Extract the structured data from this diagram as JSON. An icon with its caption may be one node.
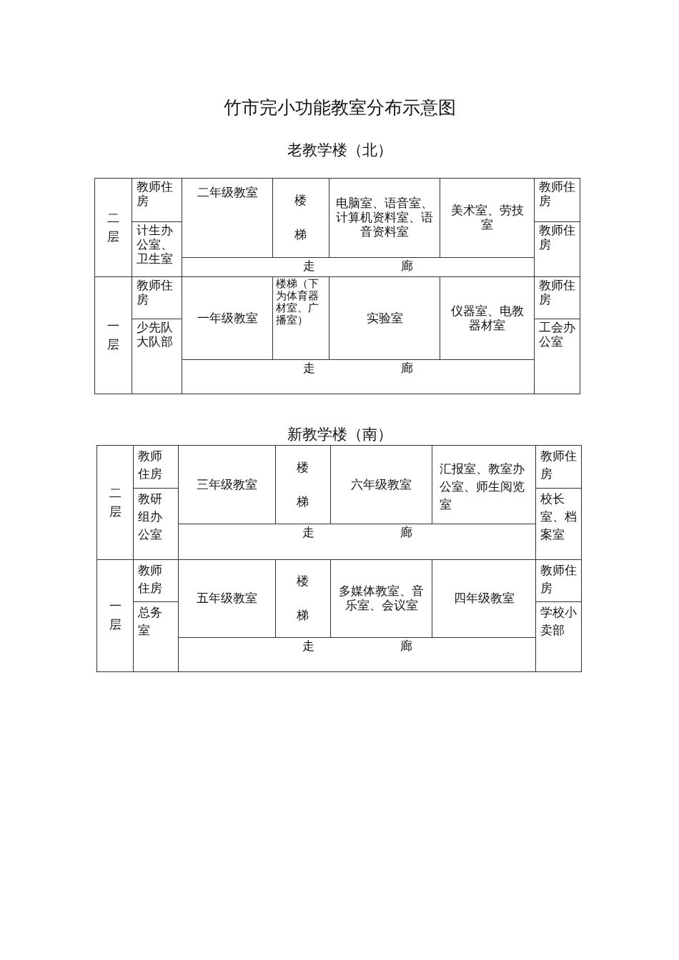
{
  "diagram": {
    "title": "竹市完小功能教室分布示意图",
    "nodes": [
      {
        "text": [
          "二层"
        ]
      },
      {
        "text": [
          "教师住房"
        ]
      },
      {
        "text": [
          "二年级教室"
        ]
      },
      {
        "text": [
          "楼梯"
        ]
      },
      {
        "text": [
          "电脑室、语音室、计算机资料室、语音资料室"
        ]
      },
      {
        "text": [
          "美术室、劳技室"
        ]
      },
      {
        "text": [
          "教师住房"
        ]
      },
      {
        "text": [
          "计生办公室、卫生室"
        ]
      },
      {
        "text": [
          "教师住房"
        ]
      },
      {
        "text": [
          "走廊"
        ]
      },
      {
        "text": [
          "一层"
        ]
      },
      {
        "text": [
          "教师住房"
        ]
      },
      {
        "text": [
          "一年级教室"
        ]
      },
      {
        "text": [
          "楼梯（下为体育器材室、广播室）"
        ]
      },
      {
        "text": [
          "实验室"
        ]
      },
      {
        "text": [
          "仪器室、电教器材室"
        ]
      },
      {
        "text": [
          "教师住房"
        ]
      },
      {
        "text": [
          "少先队大队部"
        ]
      },
      {
        "text": [
          "工会办公室"
        ]
      },
      {
        "text": [
          "走廊"
        ]
      },
      {
        "text": [
          "二层"
        ]
      },
      {
        "text": [
          "教师住房"
        ]
      },
      {
        "text": [
          "三年级教室"
        ]
      },
      {
        "text": [
          "楼梯"
        ]
      },
      {
        "text": [
          "六年级教室"
        ]
      },
      {
        "text": [
          "汇报室、教室办公室、师生阅览室"
        ]
      },
      {
        "text": [
          "教师住房"
        ]
      },
      {
        "text": [
          "教研组办公室"
        ]
      },
      {
        "text": [
          "校长室、档案室"
        ]
      },
      {
        "text": [
          "走廊"
        ]
      },
      {
        "text": [
          "一层"
        ]
      },
      {
        "text": [
          "教师住房"
        ]
      },
      {
        "text": [
          "五年级教室"
        ]
      },
      {
        "text": [
          "楼梯"
        ]
      },
      {
        "text": [
          "多媒体教室、音乐室、会议室"
        ]
      },
      {
        "text": [
          "四年级教室"
        ]
      },
      {
        "text": [
          "教师住房"
        ]
      },
      {
        "text": [
          "总务室"
        ]
      },
      {
        "text": [
          "学校小卖部"
        ]
      },
      {
        "text": [
          "走廊"
        ]
      }
    ],
    "labels": [
      "老教学楼（北）",
      "新教学楼（南）"
    ]
  }
}
